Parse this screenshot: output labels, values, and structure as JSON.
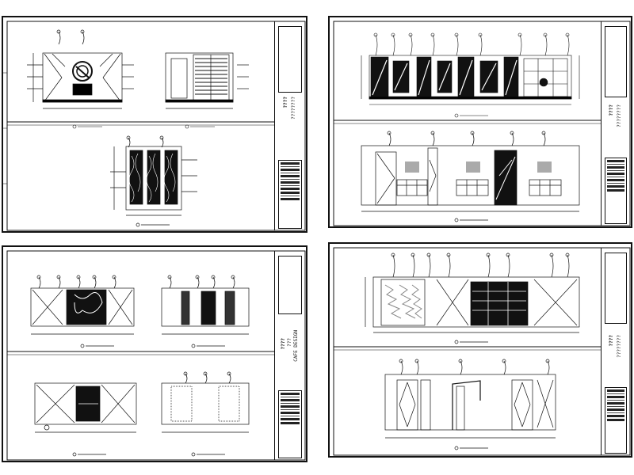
{
  "sheets": [
    {
      "title_lines": [
        "????",
        "????????"
      ],
      "views": [
        "elevation-a",
        "elevation-b",
        "plan"
      ]
    },
    {
      "title_lines": [
        "????",
        "????????"
      ],
      "views": [
        "elevation-c",
        "elevation-d"
      ]
    },
    {
      "title_lines": [
        "????",
        "???",
        "CAFE DESIGN"
      ],
      "views": [
        "elevation-e",
        "elevation-f",
        "elevation-g",
        "elevation-h"
      ]
    },
    {
      "title_lines": [
        "????",
        "????????"
      ],
      "views": [
        "elevation-i",
        "elevation-j"
      ]
    }
  ],
  "colors": {
    "line": "#111111",
    "hatch": "#000000",
    "paper": "#ffffff"
  }
}
